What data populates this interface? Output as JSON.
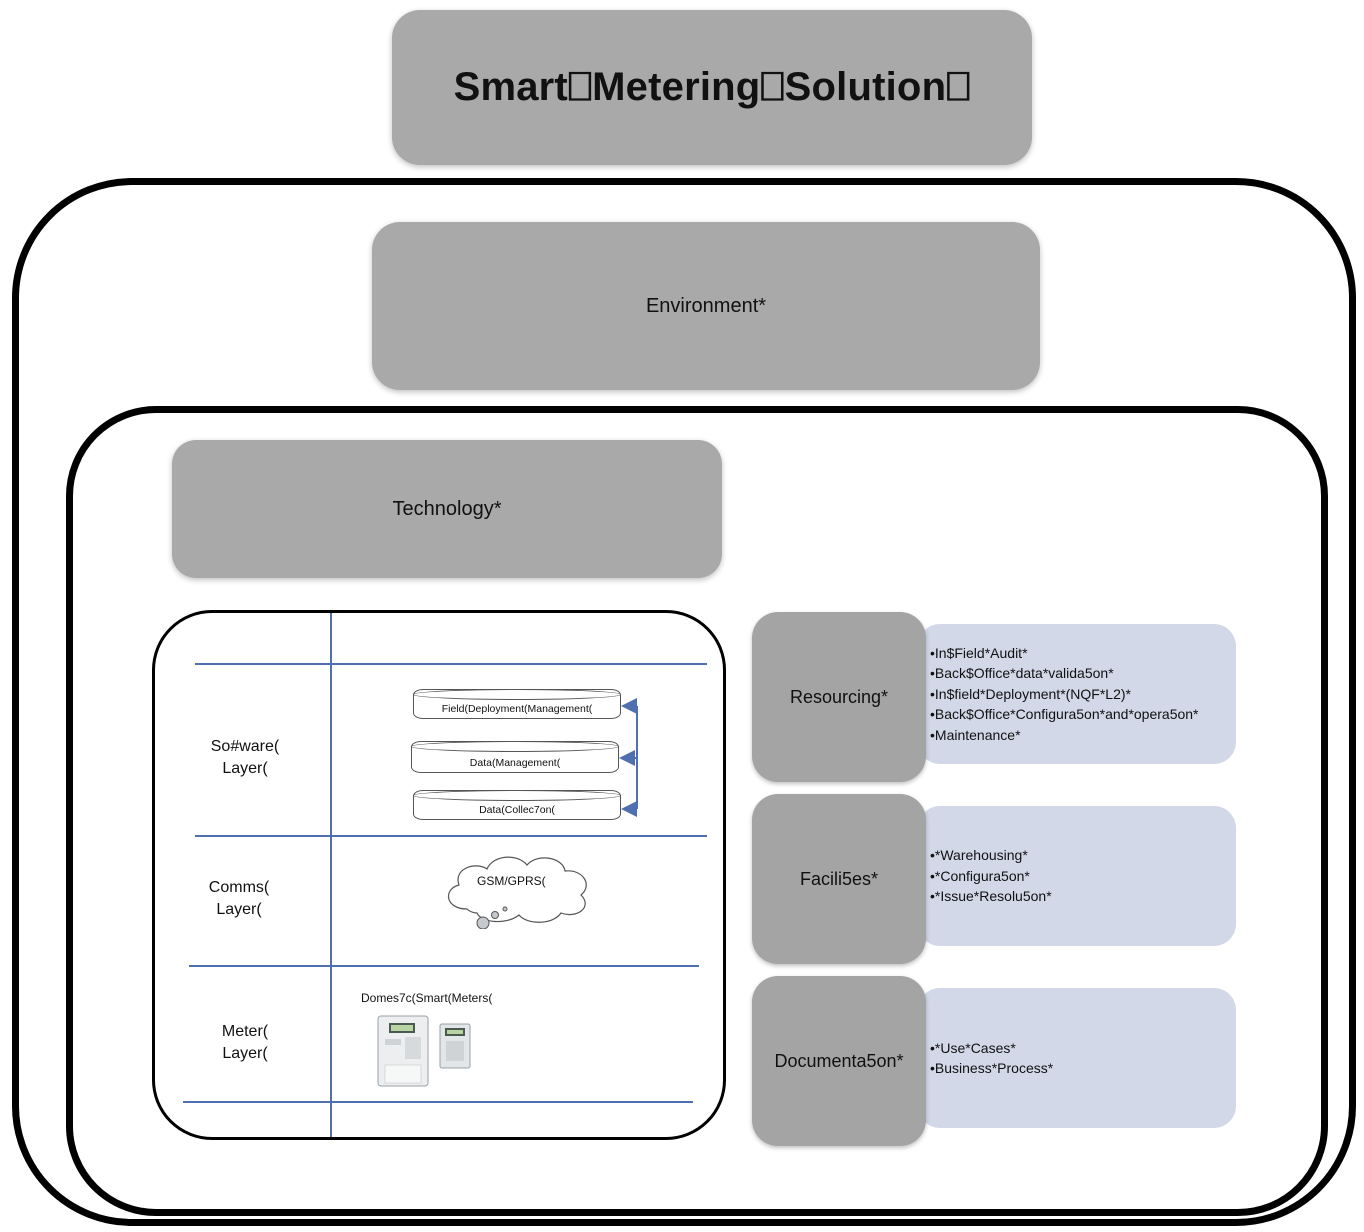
{
  "title": "Smart⎕Metering⎕Solution⎕",
  "environment": {
    "label": "Environment*"
  },
  "technology": {
    "label": "Technology*",
    "layers": [
      {
        "label_line1": "So#ware(",
        "label_line2": "Layer("
      },
      {
        "label_line1": "Comms(",
        "label_line2": "Layer("
      },
      {
        "label_line1": "Meter(",
        "label_line2": "Layer("
      }
    ],
    "software_components": [
      "Field(Deployment(Management(",
      "Data(Management(",
      "Data(Collec7on("
    ],
    "comms_cloud": "GSM/GPRS(",
    "meters_label": "Domes7c(Smart(Meters("
  },
  "sections": [
    {
      "label": "Resourcing*",
      "items": [
        "•In$Field*Audit*",
        "•Back$Office*data*valida5on*",
        "•In$field*Deployment*(NQF*L2)*",
        "•Back$Office*Configura5on*and*opera5on*",
        "•Maintenance*"
      ]
    },
    {
      "label": "Facili5es*",
      "items": [
        "•*Warehousing*",
        "•*Configura5on*",
        "•*Issue*Resolu5on*"
      ]
    },
    {
      "label": "Documenta5on*",
      "items": [
        "•*Use*Cases*",
        "•Business*Process*"
      ]
    }
  ],
  "colors": {
    "gray_box": "#a9a9a9",
    "blue_panel": "#d2d8e8",
    "line_blue": "#4f6fae"
  }
}
